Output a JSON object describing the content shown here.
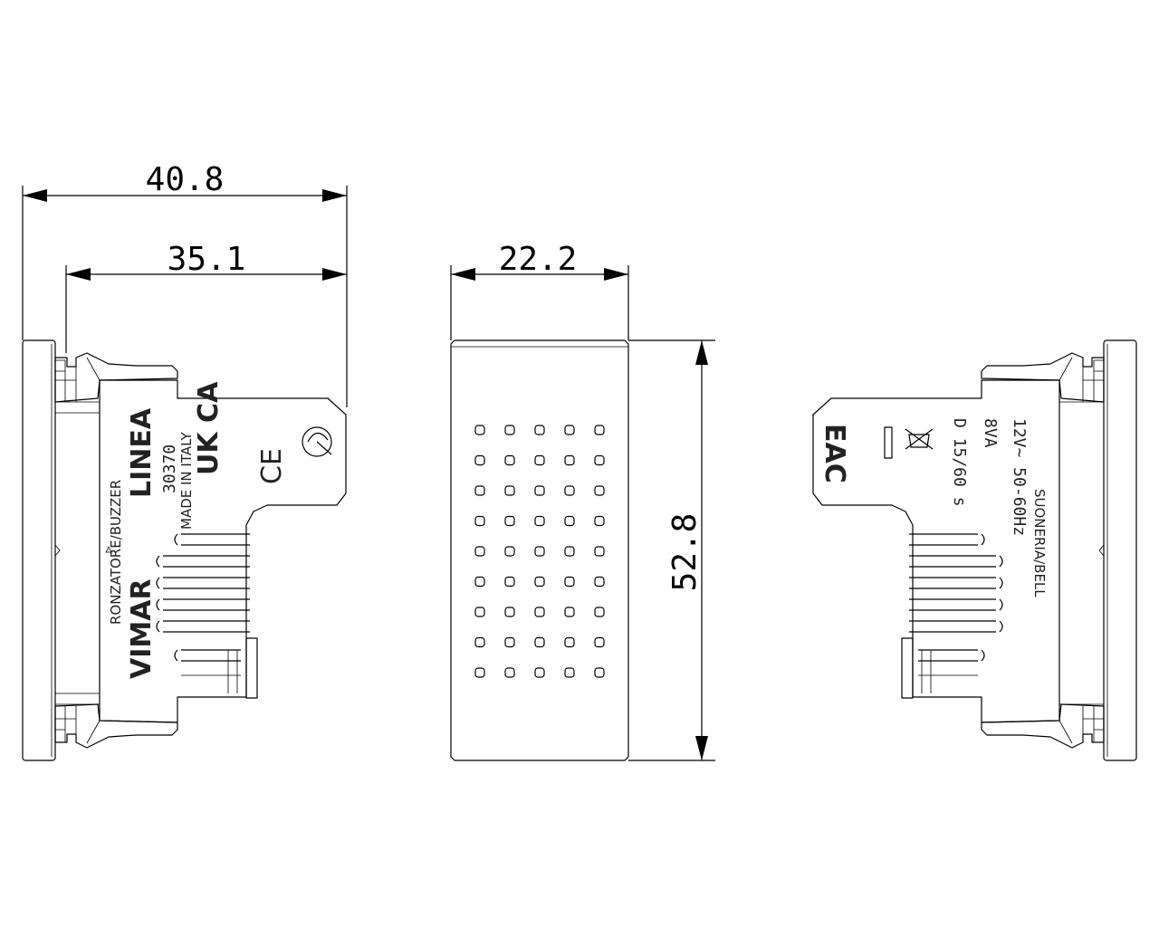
{
  "dimensions": {
    "overall_width": "40.8",
    "body_width": "35.1",
    "front_width": "22.2",
    "height": "52.8"
  },
  "left_view": {
    "product_label": "RONZATORE/BUZZER",
    "brand": "VIMAR",
    "series": "LINEA",
    "code": "30370",
    "origin": "MADE IN ITALY",
    "ukca_mark": "UK CA",
    "ce_mark": "CE"
  },
  "right_view": {
    "eac_mark": "EAC",
    "voltage": "12V~ 50-60Hz",
    "power": "8VA",
    "duty": "D 15/60 s",
    "product_label": "SUONERIA/BELL"
  },
  "front_view": {
    "grille_rows": 9,
    "grille_cols": 5
  }
}
